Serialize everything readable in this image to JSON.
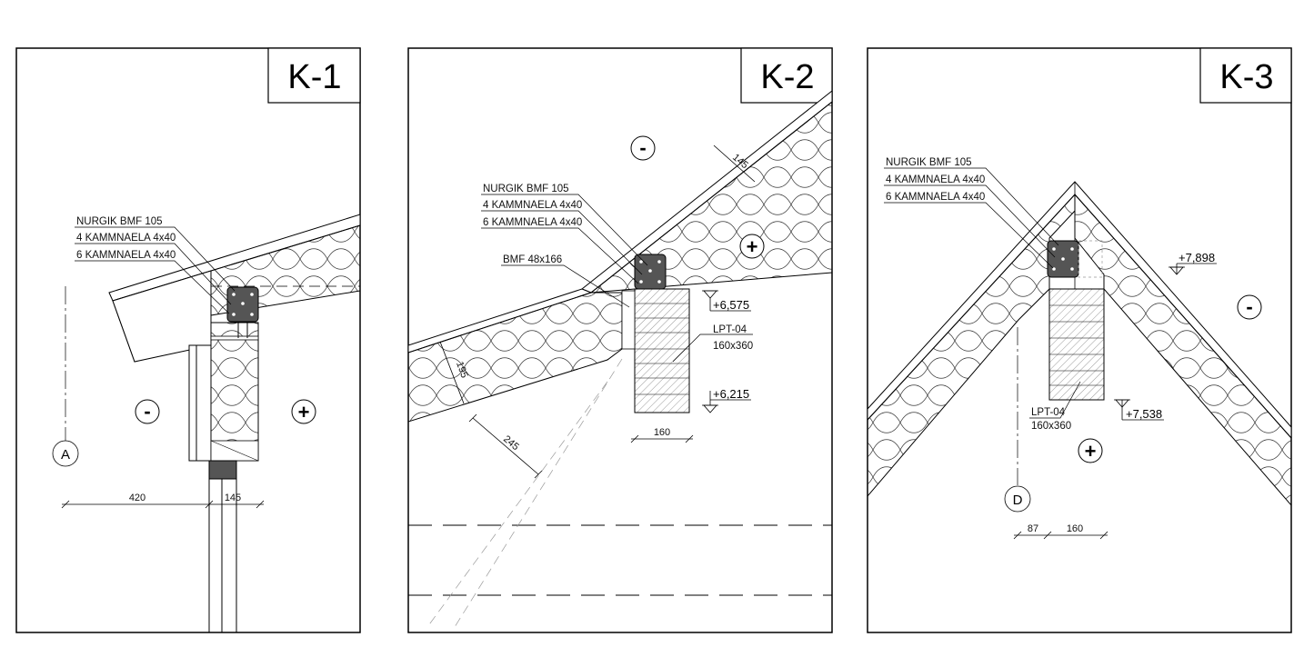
{
  "panels": [
    {
      "title": "K-1",
      "labels": [
        "NURGIK BMF 105",
        "4 KAMMNAELA 4x40",
        "6 KAMMNAELA 4x40"
      ],
      "signs": {
        "minus": "-",
        "plus": "+"
      },
      "axis": "A",
      "dims": [
        "420",
        "145"
      ]
    },
    {
      "title": "K-2",
      "labels": [
        "NURGIK BMF 105",
        "4 KAMMNAELA 4x40",
        "6 KAMMNAELA 4x40",
        "BMF 48x166"
      ],
      "signs": {
        "minus": "-",
        "plus": "+"
      },
      "beam": {
        "name": "LPT-04",
        "size": "160x360"
      },
      "levels": [
        "+6,575",
        "+6,215"
      ],
      "dims": [
        "145",
        "195",
        "245",
        "160"
      ]
    },
    {
      "title": "K-3",
      "labels": [
        "NURGIK BMF 105",
        "4 KAMMNAELA 4x40",
        "6 KAMMNAELA 4x40"
      ],
      "signs": {
        "minus": "-",
        "plus": "+"
      },
      "beam": {
        "name": "LPT-04",
        "size": "160x360"
      },
      "levels": [
        "+7,898",
        "+7,538"
      ],
      "axis": "D",
      "dims": [
        "87",
        "160"
      ]
    }
  ]
}
